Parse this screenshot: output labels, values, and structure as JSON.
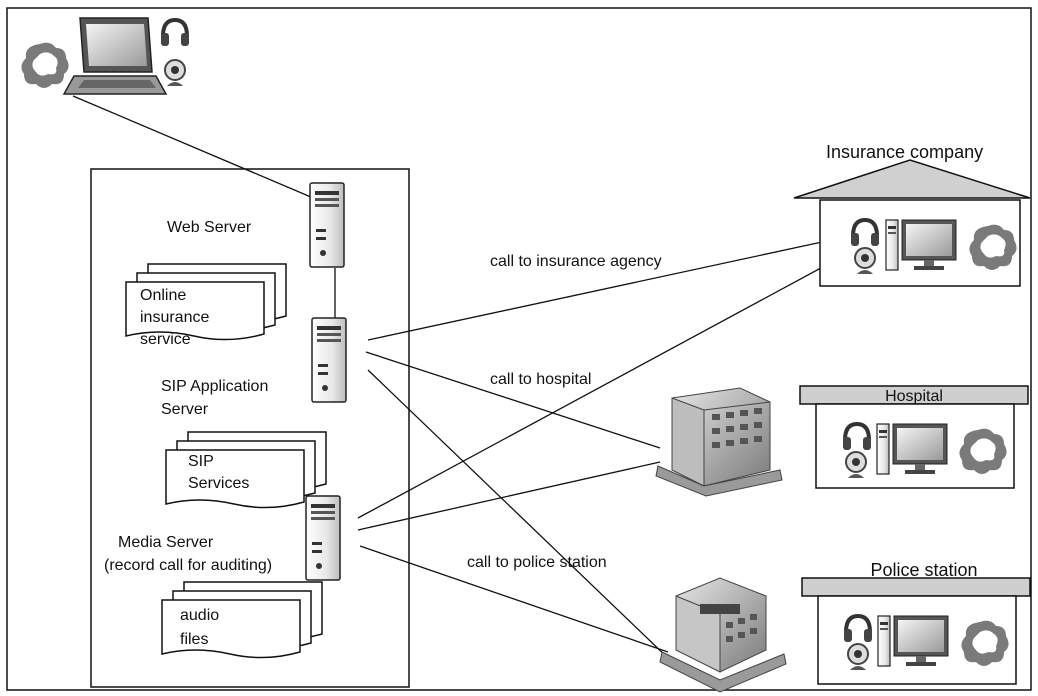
{
  "labels": {
    "web_server": "Web Server",
    "sip_server_1": "SIP Application",
    "sip_server_2": "Server",
    "media_server_1": "Media Server",
    "media_server_2": "(record call for auditing)",
    "insurance_company": "Insurance company",
    "hospital": "Hospital",
    "police_station": "Police station"
  },
  "documents": {
    "online_service": [
      "Online",
      "insurance",
      "service"
    ],
    "sip_services": [
      "SIP",
      "Services"
    ],
    "audio_files": [
      "audio",
      "files"
    ]
  },
  "edges": {
    "call_insurance": "call to insurance agency",
    "call_hospital": "call to hospital",
    "call_police": "call to police station"
  }
}
